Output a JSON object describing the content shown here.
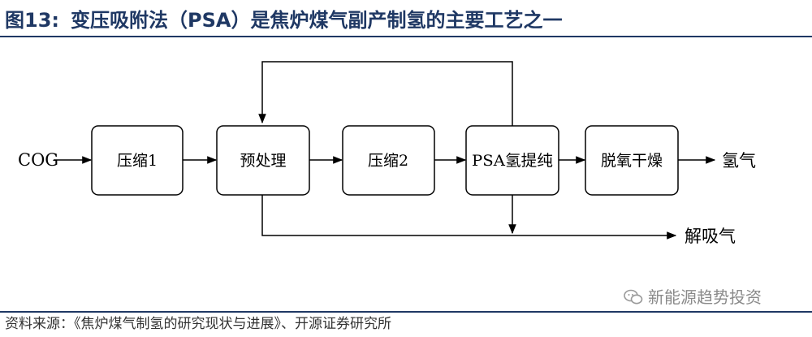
{
  "figure": {
    "number": "图13:",
    "title": "变压吸附法（PSA）是焦炉煤气副产制氢的主要工艺之一",
    "source": "资料来源：《焦炉煤气制氢的研究现状与进展》、开源证券研究所"
  },
  "diagram": {
    "input": "COG",
    "nodes": [
      {
        "id": "compress1",
        "label": "压缩1"
      },
      {
        "id": "pretreat",
        "label": "预处理"
      },
      {
        "id": "compress2",
        "label": "压缩2"
      },
      {
        "id": "psa",
        "label": "PSA氢提纯"
      },
      {
        "id": "deoxy",
        "label": "脱氧干燥"
      }
    ],
    "outputs": {
      "hydrogen": "氢气",
      "desorption_gas": "解吸气"
    },
    "edges": [
      {
        "from": "COG",
        "to": "compress1"
      },
      {
        "from": "compress1",
        "to": "pretreat"
      },
      {
        "from": "pretreat",
        "to": "compress2"
      },
      {
        "from": "compress2",
        "to": "psa"
      },
      {
        "from": "psa",
        "to": "deoxy"
      },
      {
        "from": "deoxy",
        "to": "hydrogen"
      },
      {
        "from": "psa",
        "to": "pretreat",
        "note": "loop back over top"
      },
      {
        "from": "pretreat",
        "to": "desorption_gas"
      },
      {
        "from": "psa",
        "to": "desorption_gas"
      }
    ]
  },
  "watermark": "新能源趋势投资"
}
